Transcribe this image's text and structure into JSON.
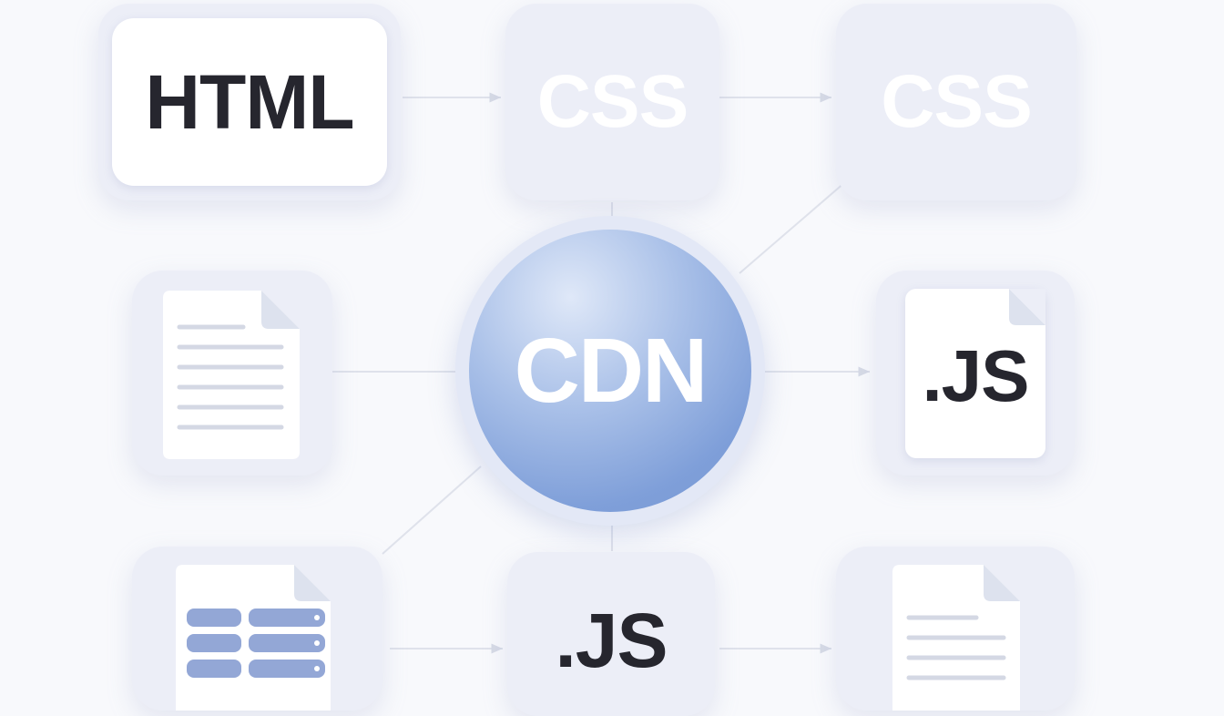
{
  "labels": {
    "html": "HTML",
    "css_a": "CSS",
    "css_b": "CSS",
    "cdn": "CDN",
    "js_right": ".JS",
    "js_bottom": ".JS"
  },
  "colors": {
    "background": "#f8f9fc",
    "tile": "#eceef7",
    "cdn_blue": "#7f9fd9",
    "connector": "#d6dae6",
    "dark_text": "#26262e",
    "database_bars": "#93a7d6"
  },
  "icons": {
    "left_doc": "document-icon",
    "database": "database-icon",
    "bottom_right_doc": "document-icon"
  }
}
